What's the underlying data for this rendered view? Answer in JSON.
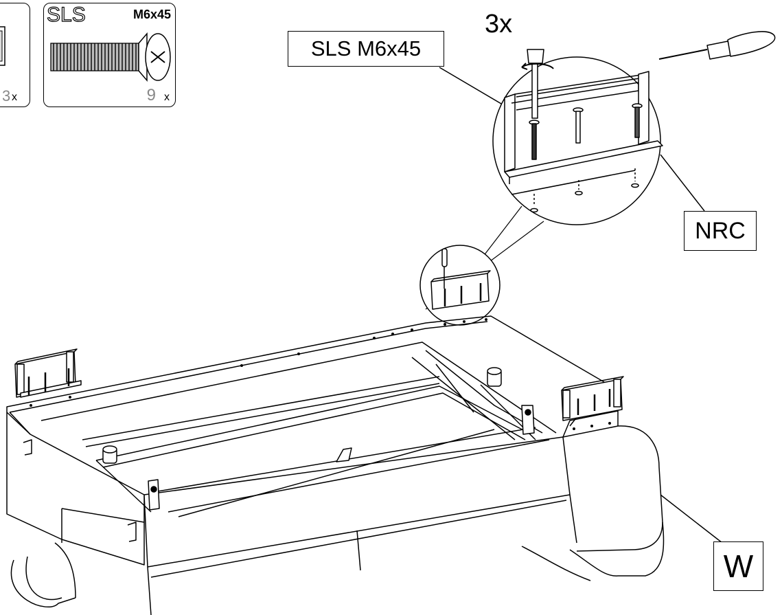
{
  "parts_panel": {
    "partial_card": {
      "quantity": "3",
      "times_symbol": "x"
    },
    "screw_card": {
      "code": "SLS",
      "size": "M6x45",
      "quantity": "9",
      "times_symbol": "x"
    }
  },
  "step": {
    "repeat_count": "3x",
    "screw_callout": "SLS M6x45",
    "rail_callout": "NRC",
    "frame_callout": "W"
  },
  "colors": {
    "ink": "#000000",
    "paper": "#ffffff",
    "shade": "#e6e6e6"
  }
}
